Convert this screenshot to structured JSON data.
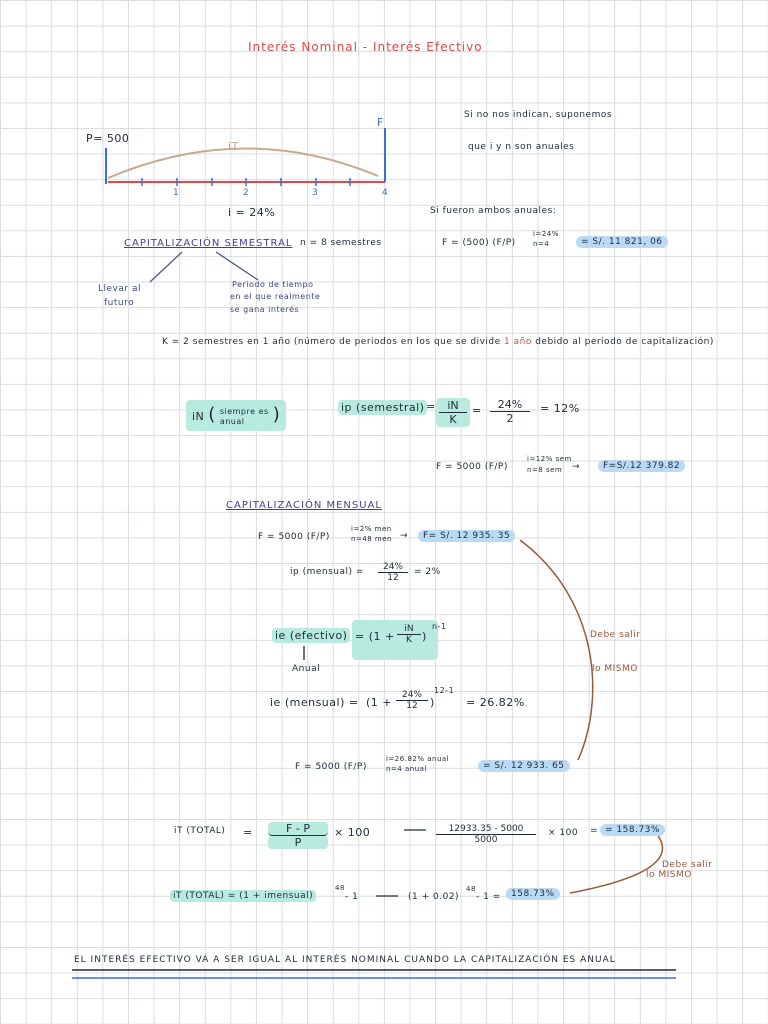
{
  "title": "Interés Nominal - Interés Efectivo",
  "timeline": {
    "p_label": "P= 500",
    "f_label": "F",
    "it_label": "iT",
    "ticks": [
      "1",
      "2",
      "3",
      "4"
    ],
    "rate": "i = 24%"
  },
  "note_right": {
    "line1": "Si no nos indican, suponemos",
    "line2": "que i y n son anuales",
    "line3": "Si fueron ambos anuales:",
    "formula": "F = (500) (F/P)",
    "sup": "i=24%",
    "sub": "n=4",
    "result": "= S/. 11 821, 06"
  },
  "cap_semestral": {
    "heading": "CAPITALIZACIÓN SEMESTRAL",
    "n_label": "n = 8 semestres",
    "left_note1": "Llevar al",
    "left_note2": "futuro",
    "right_note1": "Periodo de tiempo",
    "right_note2": "en el que realmente",
    "right_note3": "se gana interés"
  },
  "k_line": {
    "pre": "K = 2 semestres en 1 año (número de periodos en los que se divide ",
    "red": "1 año",
    "post": " debido al periodo de capitalización)"
  },
  "in_box": {
    "label": "iN",
    "note1": "siempre es",
    "note2": "anual"
  },
  "ip_semestral": {
    "label": "ip (semestral)",
    "eq": "=",
    "num": "iN",
    "den": "K",
    "eq2": "=",
    "num2": "24%",
    "den2": "2",
    "result": "= 12%"
  },
  "f_semestral": {
    "formula": "F = 5000 (F/P)",
    "sup": "i=12% sem",
    "sub": "n=8 sem",
    "result": "F=S/.12 379.82"
  },
  "cap_mensual": {
    "heading": "CAPITALIZACIÓN MENSUAL",
    "formula": "F = 5000 (F/P)",
    "sup": "i=2% men",
    "sub": "n=48 men",
    "result": "F= S/. 12 935. 35",
    "ip_label": "ip (mensual) =",
    "ip_num": "24%",
    "ip_den": "12",
    "ip_result": "= 2%"
  },
  "ie": {
    "label": "ie (efectivo)",
    "formula_pre": "= (1 +",
    "num": "iN",
    "den": "K",
    "formula_post": ")",
    "exp": "n-1",
    "arrow_note": "Anual",
    "mensual_label": "ie (mensual) =",
    "m_pre": "(1 +",
    "m_num": "24%",
    "m_den": "12",
    "m_post": ")",
    "m_exp": "12-1",
    "m_result": "= 26.82%"
  },
  "f_anual": {
    "formula": "F = 5000 (F/P)",
    "sup": "i=26.82% anual",
    "sub": "n=4 anual",
    "result": "= S/. 12 933. 65"
  },
  "debe_salir_1": {
    "line1": "Debe salir",
    "line2": "lo MISMO"
  },
  "it_total": {
    "label": "iT (TOTAL)",
    "eq": "=",
    "num": "F - P",
    "den": "P",
    "times": "× 100",
    "calc_num": "12933.35 - 5000",
    "calc_den": "5000",
    "calc_times": "× 100",
    "result": "= 158.73%"
  },
  "it_total_2": {
    "label": "iT (TOTAL) = (1 + imensual)",
    "exp": "48",
    "minus": "- 1",
    "calc": "(1 + 0.02)",
    "calc_exp": "48",
    "calc_minus": "- 1 =",
    "result": "158.73%"
  },
  "debe_salir_2": {
    "line1": "Debe salir",
    "line2": "lo MISMO"
  },
  "conclusion": "EL INTERÉS EFECTIVO VA A SER IGUAL AL INTERÉS NOMINAL CUANDO LA CAPITALIZACIÓN ES ANUAL",
  "colors": {
    "title": "#d84a45",
    "heading": "#4d3b9c",
    "highlight_green": "#b8eadf",
    "highlight_blue": "#b9d9f5",
    "arrow": "#9a5a35",
    "timeline_red": "#e0474c",
    "timeline_blue": "#3a6fd8"
  }
}
